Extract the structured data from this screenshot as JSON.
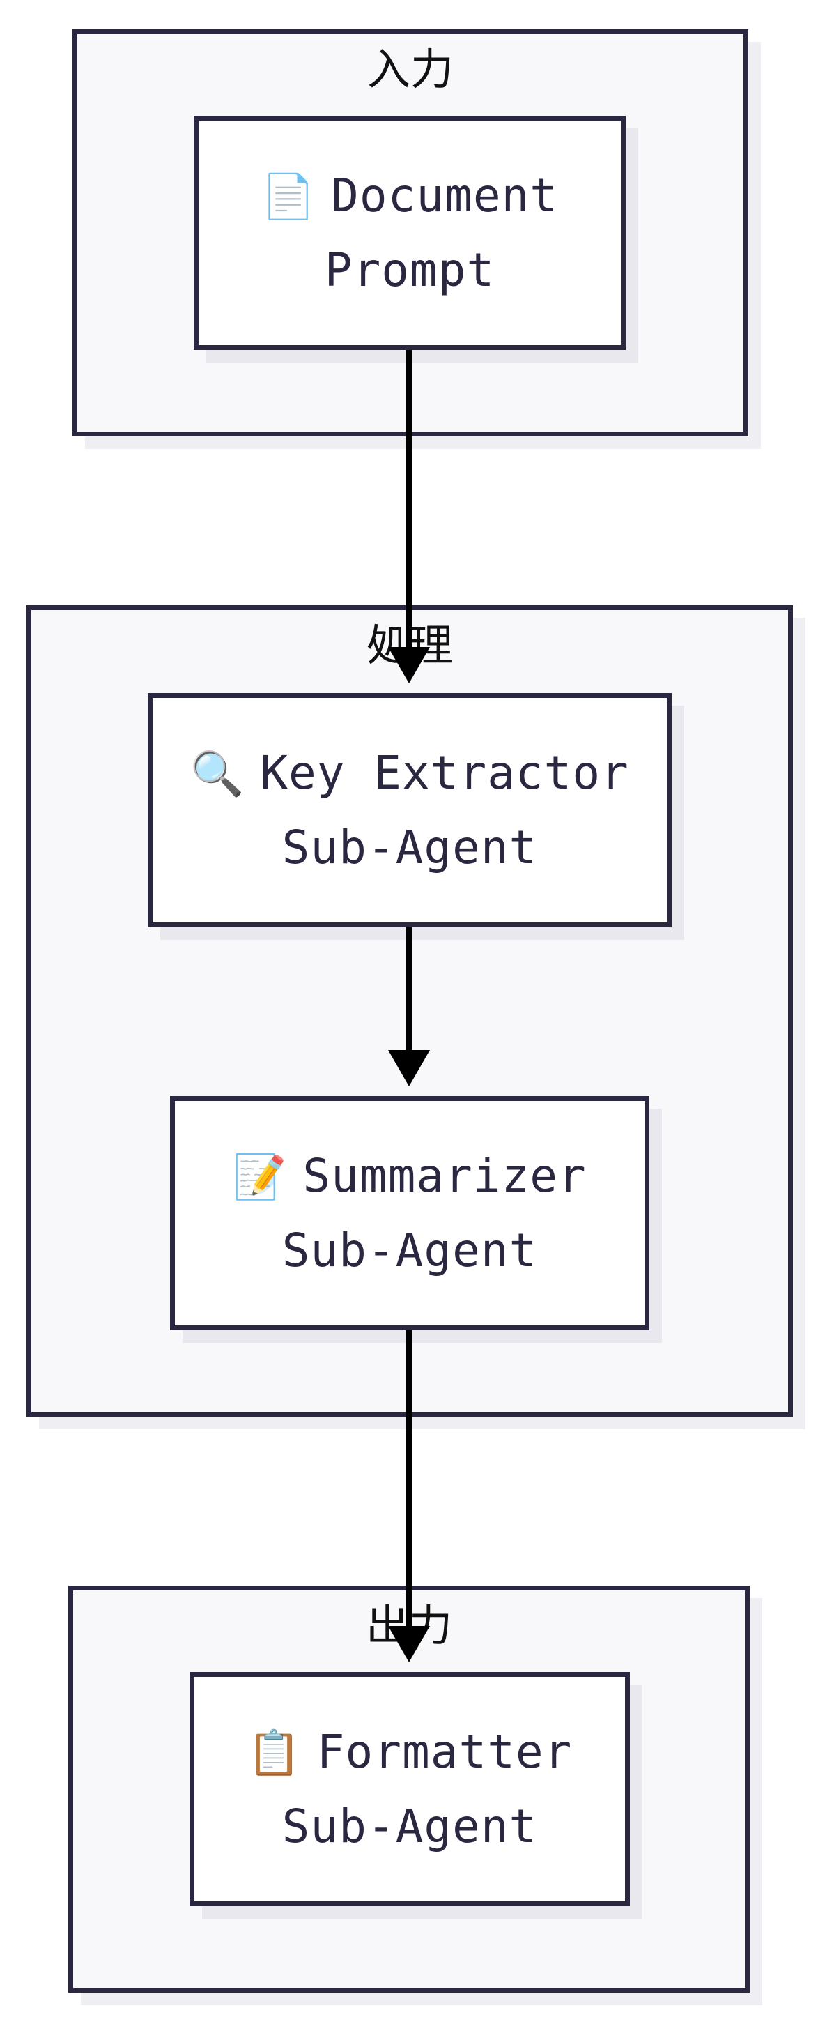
{
  "groups": {
    "input": {
      "label": "入力"
    },
    "process": {
      "label": "処理"
    },
    "output": {
      "label": "出力"
    }
  },
  "nodes": {
    "document_prompt": {
      "icon": "📄",
      "icon_name": "document-icon",
      "line1": "Document",
      "line2": "Prompt"
    },
    "key_extractor": {
      "icon": "🔍",
      "icon_name": "magnifier-icon",
      "line1": "Key Extractor",
      "line2": "Sub-Agent"
    },
    "summarizer": {
      "icon": "📝",
      "icon_name": "memo-icon",
      "line1": "Summarizer",
      "line2": "Sub-Agent"
    },
    "formatter": {
      "icon": "📋",
      "icon_name": "clipboard-icon",
      "line1": "Formatter",
      "line2": "Sub-Agent"
    }
  },
  "colors": {
    "border": "#2a2840",
    "group_fill": "#f8f8fb",
    "node_fill": "#ffffff",
    "arrow": "#000000"
  }
}
